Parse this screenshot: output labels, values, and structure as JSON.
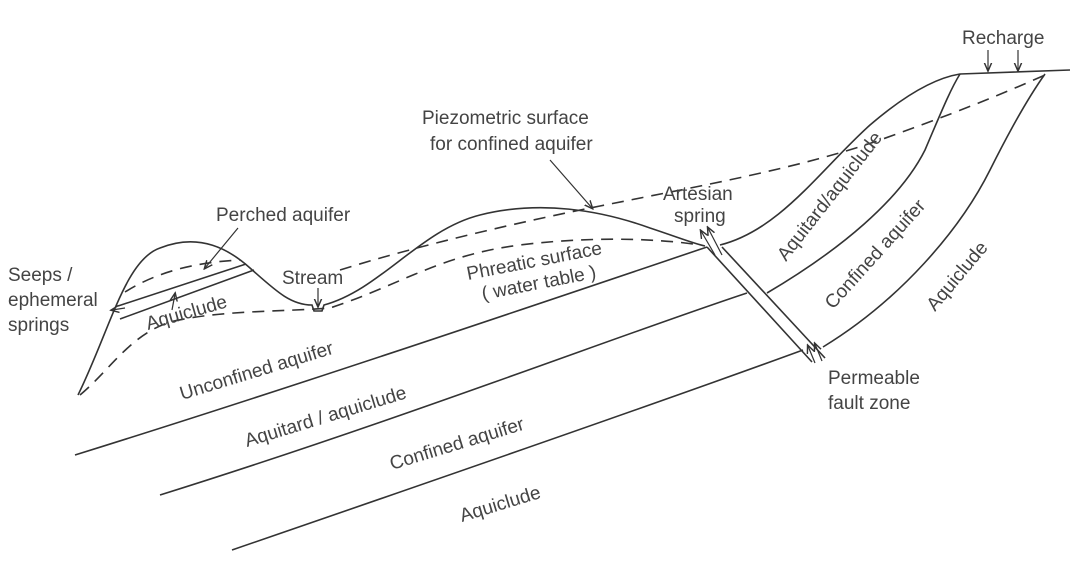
{
  "labels": {
    "recharge": "Recharge",
    "piezometric_1": "Piezometric surface",
    "piezometric_2": "for confined aquifer",
    "perched_aquifer": "Perched aquifer",
    "seeps_1": "Seeps /",
    "seeps_2": "ephemeral",
    "seeps_3": "springs",
    "stream": "Stream",
    "aquiclude_perched": "Aquiclude",
    "phreatic_1": "Phreatic surface",
    "phreatic_2": "( water table )",
    "artesian_1": "Artesian",
    "artesian_2": "spring",
    "unconfined_aquifer": "Unconfined aquifer",
    "aquitard_left": "Aquitard / aquiclude",
    "confined_left": "Confined aquifer",
    "aquiclude_bottom": "Aquiclude",
    "aquitard_right": "Aquitard/aquiclude",
    "confined_right": "Confined aquifer",
    "aquiclude_right": "Aquiclude",
    "fault_1": "Permeable",
    "fault_2": "fault zone"
  }
}
